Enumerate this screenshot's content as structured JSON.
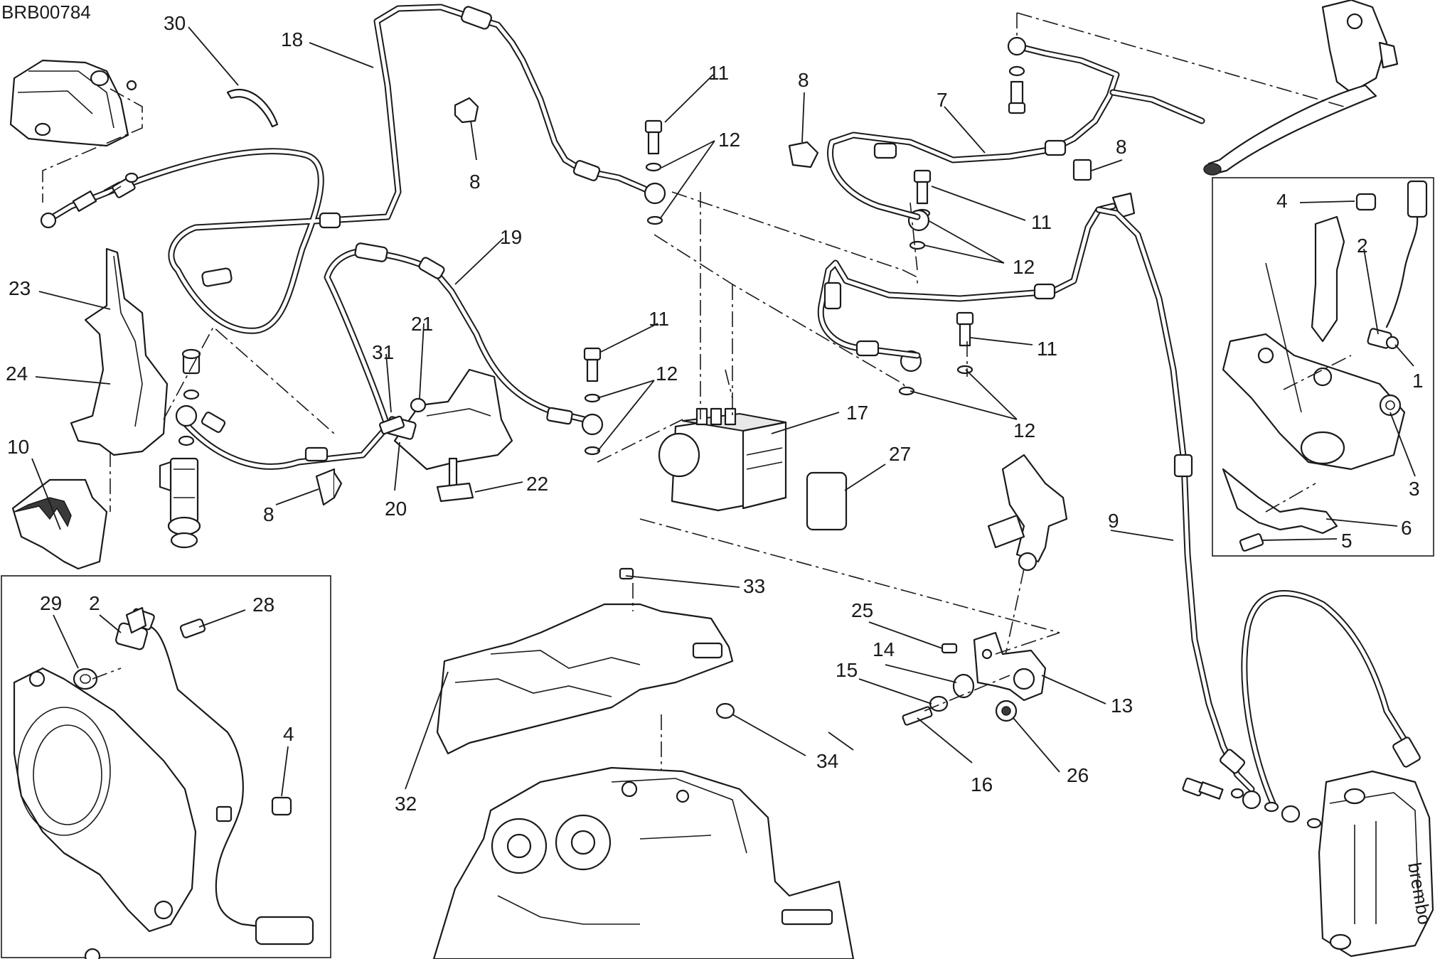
{
  "drawing": {
    "code": "BRB00784",
    "brand_text": "brembo"
  },
  "callouts": {
    "c1": "1",
    "c2": "2",
    "c2b": "2",
    "c3": "3",
    "c4": "4",
    "c4b": "4",
    "c5": "5",
    "c6": "6",
    "c7": "7",
    "c8a": "8",
    "c8b": "8",
    "c8c": "8",
    "c8d": "8",
    "c9": "9",
    "c10": "10",
    "c11a": "11",
    "c11b": "11",
    "c11c": "11",
    "c11d": "11",
    "c12a": "12",
    "c12b": "12",
    "c12c": "12",
    "c12d": "12",
    "c13": "13",
    "c14": "14",
    "c15": "15",
    "c16": "16",
    "c17": "17",
    "c18": "18",
    "c19": "19",
    "c20": "20",
    "c21": "21",
    "c22": "22",
    "c23": "23",
    "c24": "24",
    "c25": "25",
    "c26": "26",
    "c27": "27",
    "c28": "28",
    "c29": "29",
    "c30": "30",
    "c31": "31",
    "c32": "32",
    "c33": "33",
    "c34": "34"
  }
}
